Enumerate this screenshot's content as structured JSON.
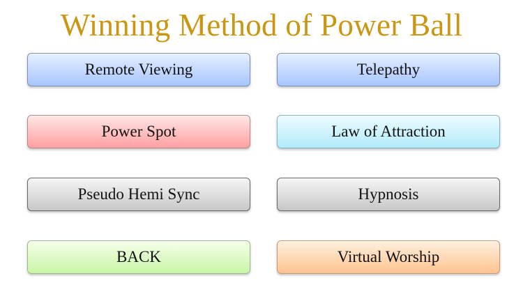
{
  "header": {
    "title": "Winning Method of Power Ball"
  },
  "buttons": {
    "remote_viewing": "Remote Viewing",
    "telepathy": "Telepathy",
    "power_spot": "Power Spot",
    "law_of_attraction": "Law of Attraction",
    "pseudo_hemi_sync": "Pseudo Hemi Sync",
    "hypnosis": "Hypnosis",
    "back": "BACK",
    "virtual_worship": "Virtual Worship"
  },
  "colors": {
    "title": "#c99712",
    "blue": "#a8c5ff",
    "red": "#ff9fa1",
    "cyan": "#b2ebfa",
    "gray": "#c8c8c8",
    "green": "#caf6a8",
    "orange": "#ffc490"
  }
}
